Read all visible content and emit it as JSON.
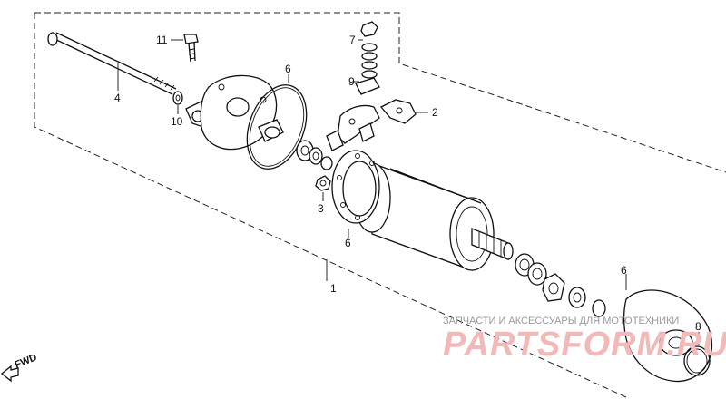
{
  "diagram": {
    "callouts": {
      "c1": "1",
      "c2": "2",
      "c3": "3",
      "c4": "4",
      "c6a": "6",
      "c6b": "6",
      "c6c": "6",
      "c7": "7",
      "c8": "8",
      "c9": "9",
      "c10": "10",
      "c11": "11"
    },
    "fwd_label": "FWD"
  },
  "watermark": {
    "caption": "ЗАПЧАСТИ И АКСЕССУАРЫ ДЛЯ МОТОТЕХНИКИ",
    "logo": "PARTSFORM.RU"
  }
}
